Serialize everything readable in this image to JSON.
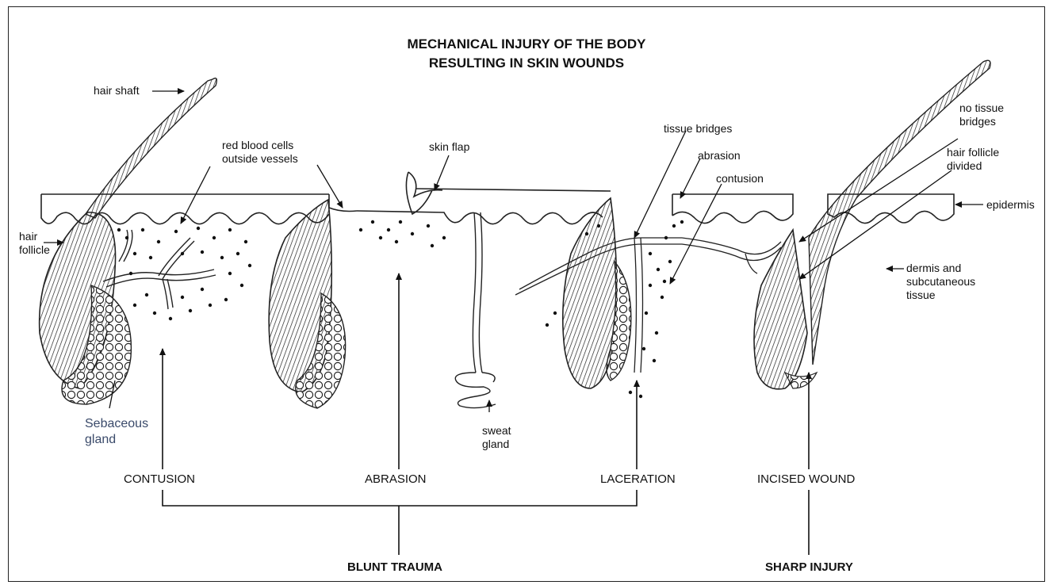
{
  "title_line1": "MECHANICAL INJURY OF THE BODY",
  "title_line2": "RESULTING IN SKIN WOUNDS",
  "labels": {
    "hair_shaft": "hair shaft",
    "red_blood_cells": "red blood cells\noutside vessels",
    "skin_flap": "skin flap",
    "tissue_bridges": "tissue bridges",
    "abrasion_small": "abrasion",
    "contusion_small": "contusion",
    "no_tissue_bridges": "no tissue\nbridges",
    "hair_follicle_divided": "hair follicle\ndivided",
    "epidermis": "epidermis",
    "hair_follicle": "hair\nfollicle",
    "dermis": "dermis and\nsubcutaneous\ntissue",
    "sebaceous_gland": "Sebaceous\ngland",
    "sweat_gland": "sweat\ngland"
  },
  "categories": {
    "contusion": "CONTUSION",
    "abrasion": "ABRASION",
    "laceration": "LACERATION",
    "incised_wound": "INCISED WOUND"
  },
  "groups": {
    "blunt_trauma": "BLUNT TRAUMA",
    "sharp_injury": "SHARP INJURY"
  }
}
